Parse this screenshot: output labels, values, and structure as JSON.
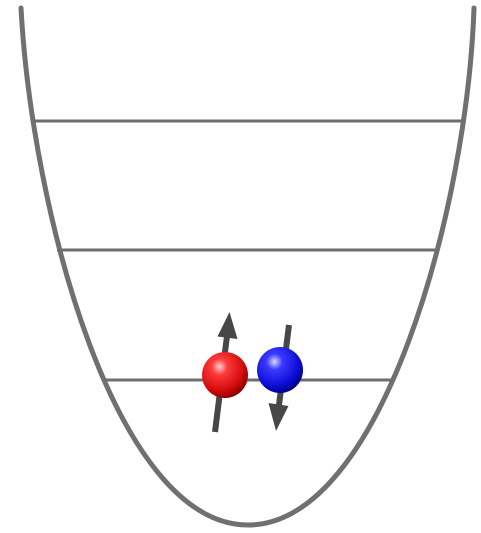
{
  "diagram": {
    "type": "harmonic-potential-energy-levels",
    "energy_level_count": 3,
    "particles": [
      {
        "name": "spin-up-particle",
        "color": "#e01010",
        "spin": "up"
      },
      {
        "name": "spin-down-particle",
        "color": "#1010e0",
        "spin": "down"
      }
    ],
    "occupied_level": 1,
    "colors": {
      "well": "#707070",
      "levels": "#6e6e6e",
      "arrows": "#474747",
      "background": "#ffffff"
    }
  }
}
